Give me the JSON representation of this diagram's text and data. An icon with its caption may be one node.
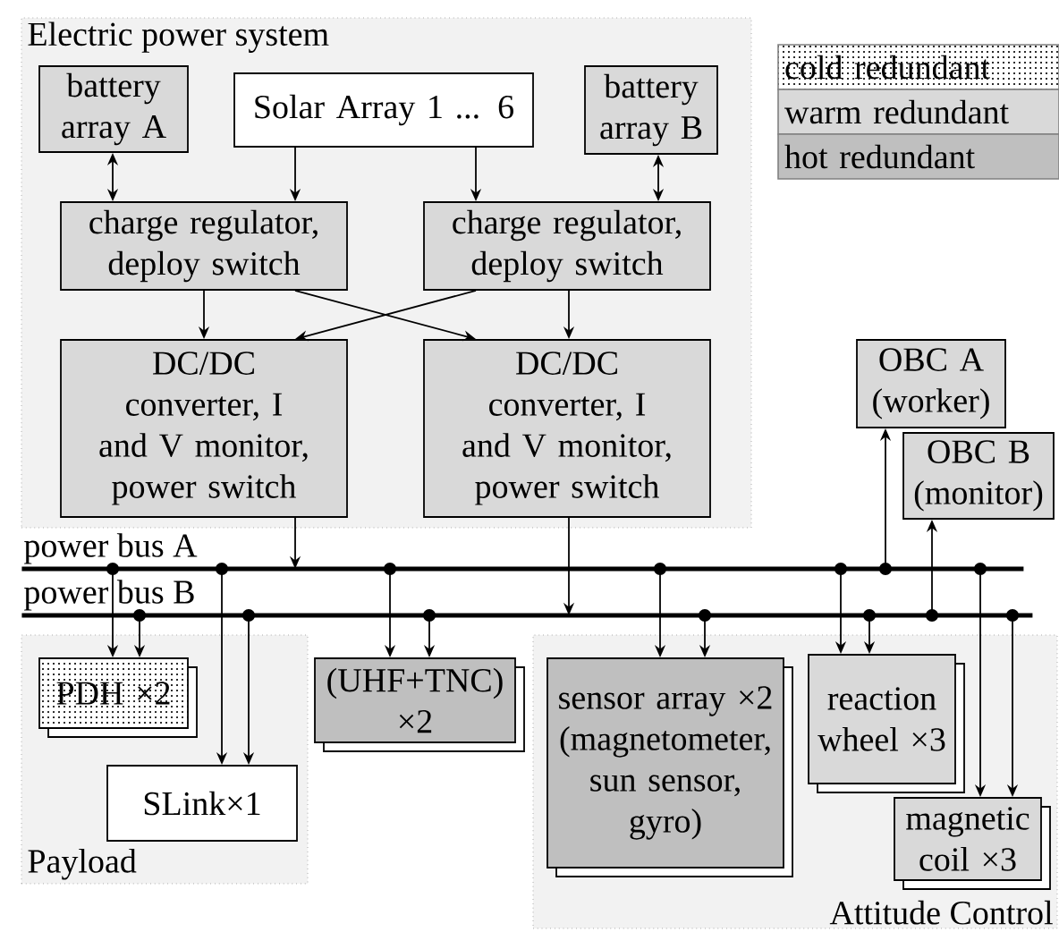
{
  "diagram": {
    "nodes": [
      {
        "text": [
          "Electric power system"
        ]
      },
      {
        "text": [
          "battery array A"
        ],
        "in": 0
      },
      {
        "text": [
          "Solar Array 1 ... 6"
        ],
        "in": 0
      },
      {
        "text": [
          "battery array B"
        ],
        "in": 0
      },
      {
        "text": [
          "charge regulator, deploy switch"
        ],
        "in": 0
      },
      {
        "text": [
          "charge regulator, deploy switch"
        ],
        "in": 0
      },
      {
        "text": [
          "DC/DC converter, I and V monitor, power switch"
        ],
        "in": 0
      },
      {
        "text": [
          "DC/DC converter, I and V monitor, power switch"
        ],
        "in": 0
      },
      {
        "text": [
          "power bus A"
        ]
      },
      {
        "text": [
          "power bus B"
        ]
      },
      {
        "text": [
          "OBC A (worker)"
        ]
      },
      {
        "text": [
          "OBC B (monitor)"
        ]
      },
      {
        "text": [
          "Payload"
        ]
      },
      {
        "text": [
          "PDH ×2"
        ],
        "in": 12
      },
      {
        "text": [
          "SLink×1"
        ],
        "in": 12
      },
      {
        "text": [
          "(UHF+TNC) ×2"
        ]
      },
      {
        "text": [
          "Attitude Control"
        ]
      },
      {
        "text": [
          "sensor array ×2 (magnetometer, sun sensor, gyro)"
        ],
        "in": 16
      },
      {
        "text": [
          "reaction wheel ×3"
        ],
        "in": 16
      },
      {
        "text": [
          "magnetic coil ×3"
        ],
        "in": 16
      }
    ],
    "edges": [
      {
        "from": 1,
        "to": 4,
        "arrow": "both"
      },
      {
        "from": 2,
        "to": 4,
        "arrow": "to"
      },
      {
        "from": 2,
        "to": 5,
        "arrow": "to"
      },
      {
        "from": 3,
        "to": 5,
        "arrow": "both"
      },
      {
        "from": 4,
        "to": 6,
        "arrow": "to"
      },
      {
        "from": 4,
        "to": 7,
        "arrow": "to"
      },
      {
        "from": 5,
        "to": 6,
        "arrow": "to"
      },
      {
        "from": 5,
        "to": 7,
        "arrow": "to"
      },
      {
        "from": 6,
        "to": 8,
        "arrow": "to"
      },
      {
        "from": 7,
        "to": 9,
        "arrow": "to"
      },
      {
        "from": 8,
        "to": 13,
        "arrow": "to"
      },
      {
        "from": 8,
        "to": 14,
        "arrow": "to"
      },
      {
        "from": 8,
        "to": 15,
        "arrow": "to"
      },
      {
        "from": 8,
        "to": 17,
        "arrow": "to"
      },
      {
        "from": 8,
        "to": 18,
        "arrow": "to"
      },
      {
        "from": 8,
        "to": 10,
        "arrow": "to"
      },
      {
        "from": 8,
        "to": 19,
        "arrow": "to"
      },
      {
        "from": 9,
        "to": 13,
        "arrow": "to"
      },
      {
        "from": 9,
        "to": 14,
        "arrow": "to"
      },
      {
        "from": 9,
        "to": 15,
        "arrow": "to"
      },
      {
        "from": 9,
        "to": 17,
        "arrow": "to"
      },
      {
        "from": 9,
        "to": 18,
        "arrow": "to"
      },
      {
        "from": 9,
        "to": 11,
        "arrow": "to"
      },
      {
        "from": 9,
        "to": 19,
        "arrow": "to"
      }
    ],
    "legend": [
      {
        "text": "cold redundant"
      },
      {
        "text": "warm redundant",
        "color": "#d9d9d9"
      },
      {
        "text": "hot redundant",
        "color": "#bfbfbf"
      }
    ]
  }
}
